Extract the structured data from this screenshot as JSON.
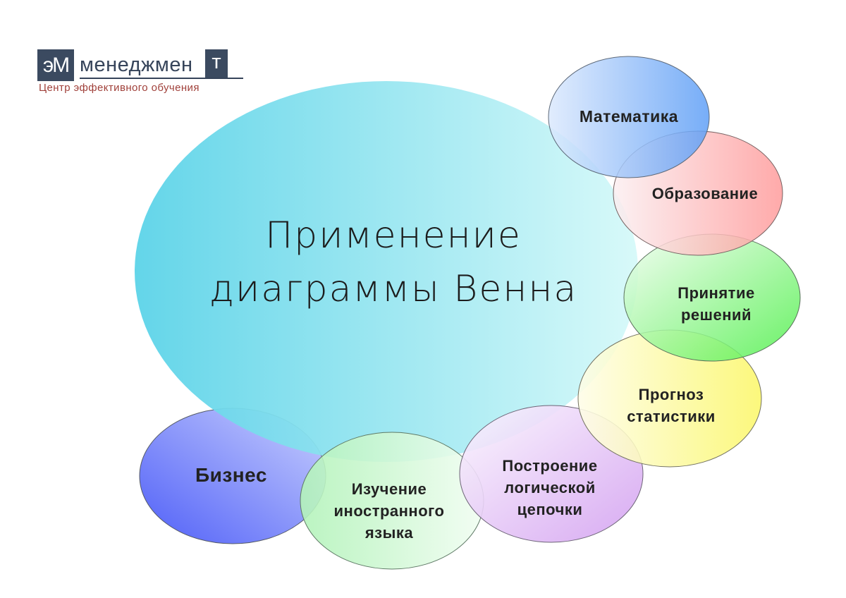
{
  "logo": {
    "mark": "эМ",
    "word": "менеджмен",
    "word_tail": "т",
    "tagline": "Центр эффективного обучения"
  },
  "title": {
    "line1": "Применение",
    "line2": "диаграммы Венна"
  },
  "circles": {
    "math": "Математика",
    "education": "Образование",
    "decisions_1": "Принятие",
    "decisions_2": "решений",
    "stats_1": "Прогноз",
    "stats_2": "статистики",
    "logic_1": "Построение",
    "logic_2": "логической",
    "logic_3": "цепочки",
    "languages_1": "Изучение",
    "languages_2": "иностранного",
    "languages_3": "языка",
    "business": "Бизнес"
  },
  "colors": {
    "main": "#5bd3e8",
    "math": "#5f9ff6",
    "education": "#ff9b9b",
    "decisions": "#6ef06a",
    "stats": "#fbf76a",
    "logic": "#d9a8f2",
    "languages": "#b6f5bd",
    "business": "#5b6cf7"
  }
}
